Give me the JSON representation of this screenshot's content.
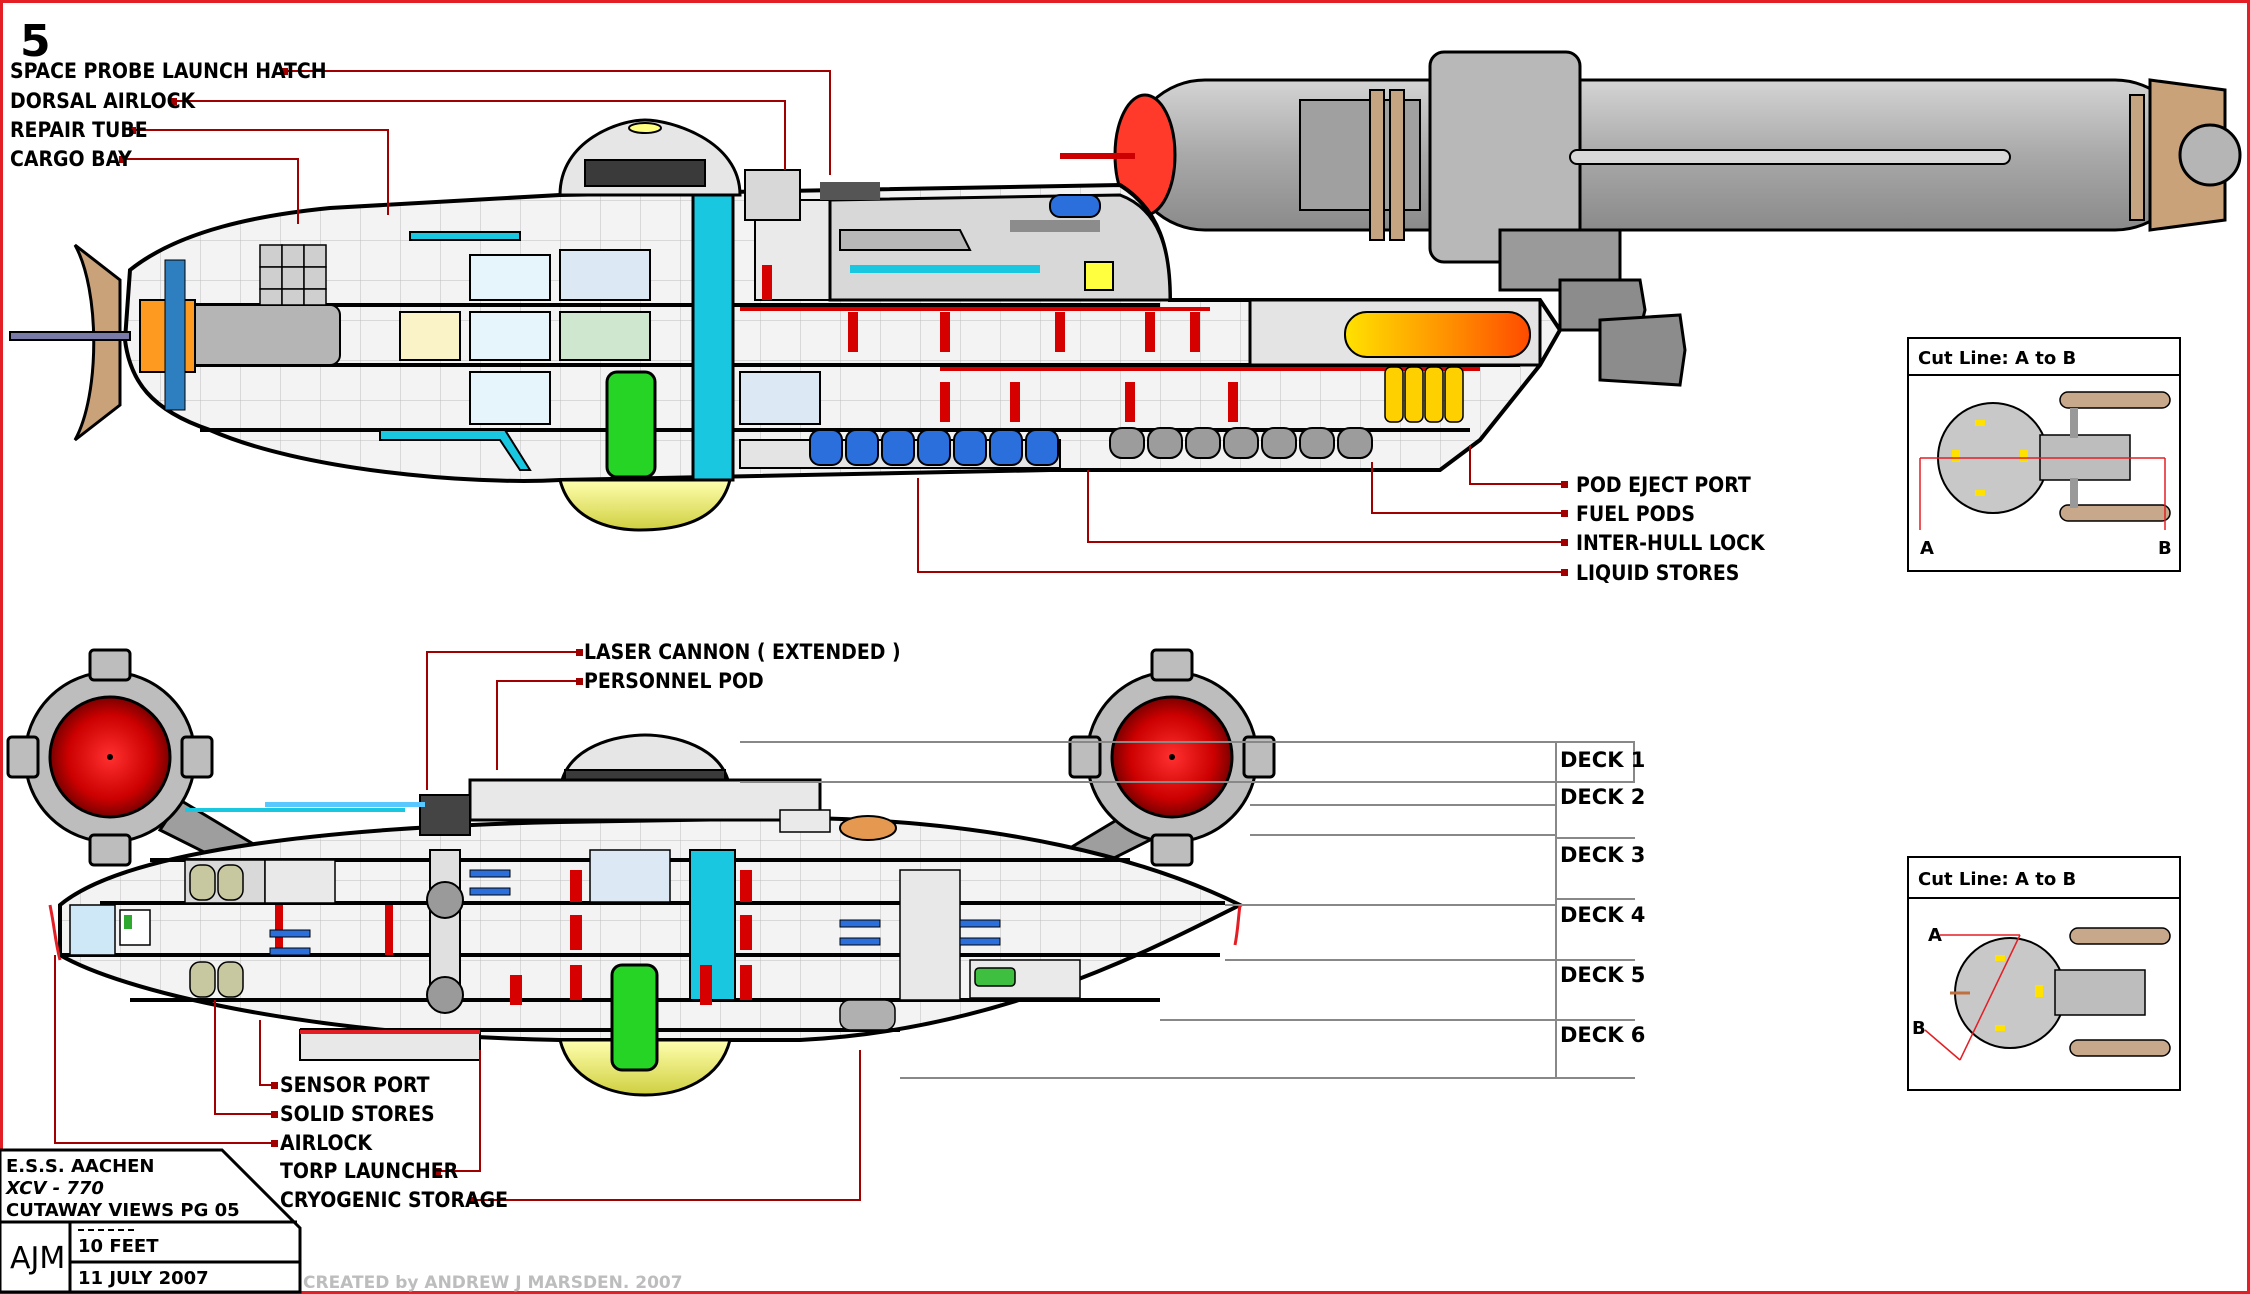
{
  "page_number": "5",
  "side_view_labels_top_left": [
    "SPACE PROBE LAUNCH HATCH",
    "DORSAL AIRLOCK",
    "REPAIR TUBE",
    "CARGO BAY"
  ],
  "side_view_labels_bottom_right": [
    "POD EJECT PORT",
    "FUEL PODS",
    "INTER-HULL LOCK",
    "LIQUID STORES"
  ],
  "front_view_labels_top": [
    "LASER CANNON ( EXTENDED )",
    "PERSONNEL POD"
  ],
  "front_view_labels_bottom": [
    "SENSOR PORT",
    "SOLID STORES",
    "AIRLOCK",
    "TORP LAUNCHER",
    "CRYOGENIC STORAGE"
  ],
  "decks": [
    "DECK 1",
    "DECK 2",
    "DECK 3",
    "DECK 4",
    "DECK 5",
    "DECK 6"
  ],
  "cut_line_boxes": [
    {
      "title": "Cut Line: A to B",
      "point_a": "A",
      "point_b": "B"
    },
    {
      "title": "Cut Line: A to B",
      "point_a": "A",
      "point_b": "B"
    }
  ],
  "title_block": {
    "ship_name": "E.S.S. AACHEN",
    "registry": "XCV - 770",
    "sheet": "CUTAWAY VIEWS PG 05",
    "logo": "AJM",
    "scale": "10 FEET",
    "date": "11 JULY 2007"
  },
  "credit": "CREATED by ANDREW J MARSDEN. 2007",
  "colors": {
    "border_red": "#e31e24",
    "leader_red": "#a00000",
    "hull_grey": "#a8a8a8",
    "interior_white": "#f2f2f2",
    "accent_cyan": "#19c8e0",
    "accent_green": "#25d425",
    "accent_blue": "#2b6fdc",
    "reactor_red": "#cc0000",
    "engine_orange": "#ff8a00"
  }
}
